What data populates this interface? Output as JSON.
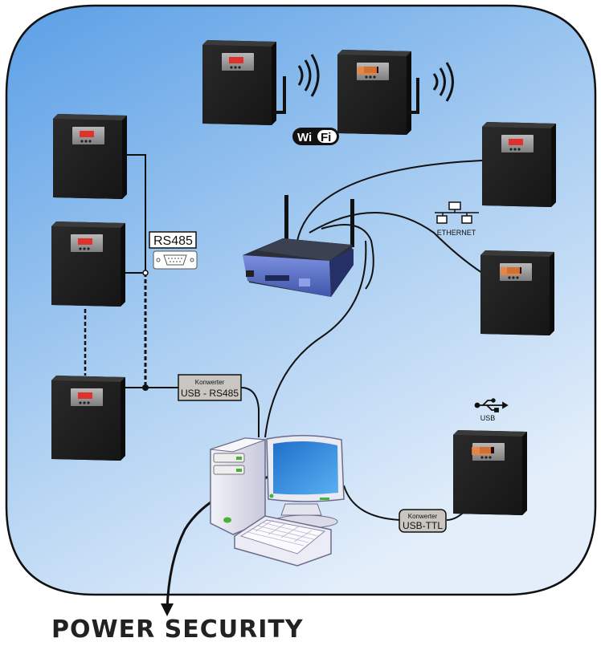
{
  "diagram": {
    "title": "POWER SECURITY",
    "labels": {
      "rs485": "RS485",
      "converter_rs485_top": "Konwerter",
      "converter_rs485_bottom": "USB - RS485",
      "converter_ttl_top": "Konwerter",
      "converter_ttl_bottom": "USB-TTL",
      "ethernet": "ETHERNET",
      "usb": "USB",
      "wifi_left": "Wi",
      "wifi_right": "Fi"
    },
    "colors": {
      "panel_top": "#5a9fe6",
      "panel_bottom": "#dcebf9",
      "device_body": "#1c1c1c",
      "router_blue": "#5b73c9",
      "display_red": "#e0312b",
      "display_orange": "#f0823a",
      "converter_fill": "#c9c6c1",
      "monitor_screen": "#2f86d8"
    },
    "devices": [
      {
        "id": "psu-wifi-1",
        "connection": "WiFi",
        "display": "red"
      },
      {
        "id": "psu-wifi-2",
        "connection": "WiFi",
        "display": "orange"
      },
      {
        "id": "psu-rs485-1",
        "connection": "RS485",
        "display": "red"
      },
      {
        "id": "psu-rs485-2",
        "connection": "RS485",
        "display": "red"
      },
      {
        "id": "psu-rs485-3",
        "connection": "RS485",
        "display": "red"
      },
      {
        "id": "psu-eth-1",
        "connection": "Ethernet",
        "display": "red"
      },
      {
        "id": "psu-eth-2",
        "connection": "Ethernet",
        "display": "orange"
      },
      {
        "id": "psu-usb-1",
        "connection": "USB-TTL",
        "display": "orange"
      }
    ]
  }
}
